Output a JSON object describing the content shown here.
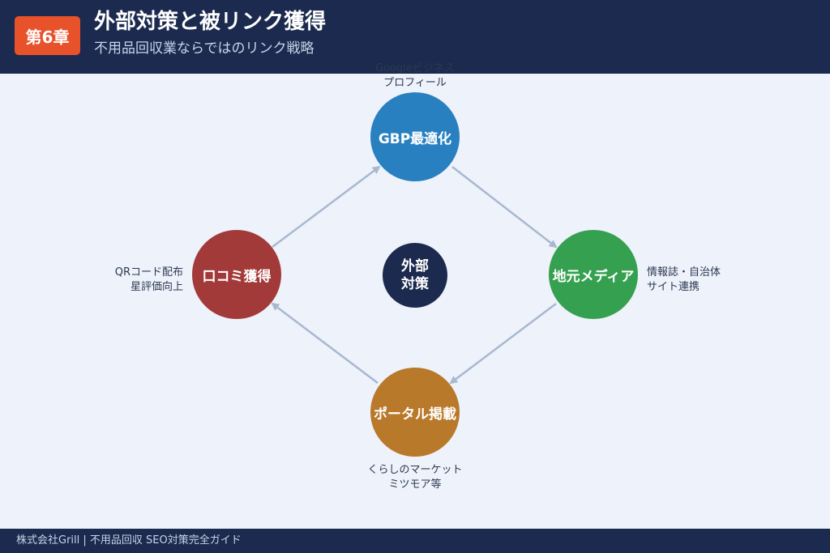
{
  "header": {
    "chapter_badge": "第6章",
    "title": "外部対策と被リンク獲得",
    "subtitle": "不用品回収業ならではのリンク戦略"
  },
  "diagram": {
    "center": {
      "line1": "外部",
      "line2": "対策",
      "color": "#1b2a4e"
    },
    "nodes": [
      {
        "label": "GBP最適化",
        "color": "#2980c0",
        "note_lines": [
          "Googleビジネス",
          "プロフィール"
        ]
      },
      {
        "label": "地元メディア",
        "color": "#35a150",
        "note_lines": [
          "情報誌・自治体",
          "サイト連携"
        ]
      },
      {
        "label": "ポータル掲載",
        "color": "#b8792a",
        "note_lines": [
          "くらしのマーケット",
          "ミツモア等"
        ]
      },
      {
        "label": "口コミ獲得",
        "color": "#a33a3a",
        "note_lines": [
          "QRコード配布",
          "星評価向上"
        ]
      }
    ],
    "arrow_color": "#a8b8d0"
  },
  "footer": {
    "text": "株式会社Grill | 不用品回収 SEO対策完全ガイド"
  }
}
